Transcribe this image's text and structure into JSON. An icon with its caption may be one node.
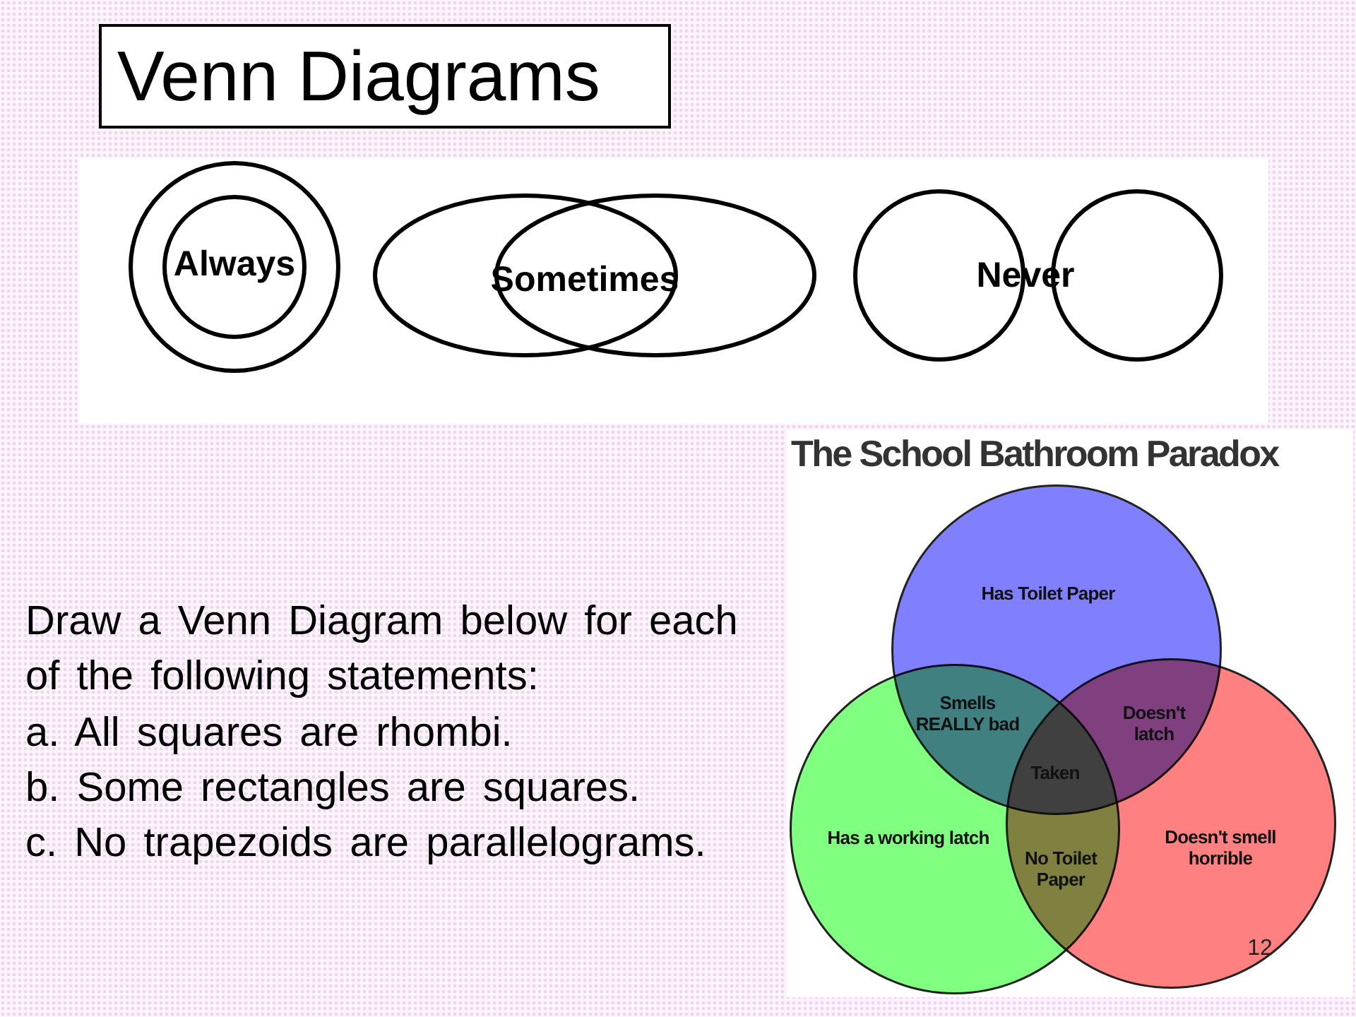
{
  "diagram": {
    "title": "Venn Diagrams",
    "nodes": [
      {
        "text": [],
        "shape": "circle"
      },
      {
        "text": [
          "Always"
        ],
        "in": 0
      },
      {
        "text": [],
        "shape": "ellipse"
      },
      {
        "text": [],
        "shape": "ellipse"
      },
      {
        "text": [],
        "shape": "circle"
      },
      {
        "text": [],
        "shape": "circle"
      },
      {
        "text": [
          "The School Bathroom Paradox"
        ]
      },
      {
        "text": [
          "Has Toilet Paper"
        ],
        "in": 6
      },
      {
        "text": [
          "Has a working latch"
        ],
        "in": 6
      },
      {
        "text": [
          "Doesn't smell horrible"
        ],
        "in": 6
      }
    ],
    "labels": [
      "Sometimes",
      "Never",
      "Draw a Venn Diagram below for each of the following statements:",
      "a. All squares are rhombi.",
      "b. Some rectangles are squares.",
      "c. No trapezoids are parallelograms.",
      "Smells REALLY bad",
      "Doesn't latch",
      "Taken",
      "No Toilet Paper",
      "12"
    ]
  }
}
